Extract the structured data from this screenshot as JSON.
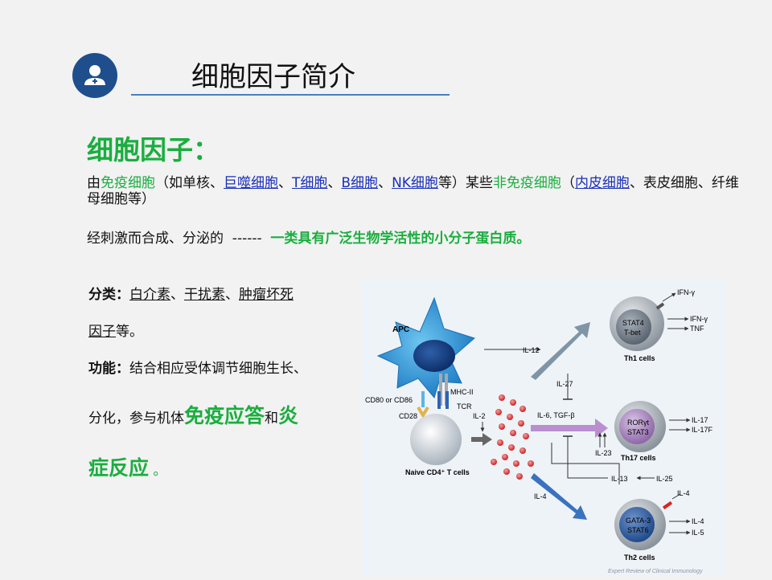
{
  "header": {
    "title": "细胞因子简介",
    "icon": "user-icon",
    "accent_color": "#1f4e8c"
  },
  "subheading": "细胞因子：",
  "intro": {
    "line1": {
      "prefix": "由",
      "immune_cells": "免疫细胞",
      "paren_open": "（如单核、",
      "macrophage": "巨噬细胞",
      "sep1": "、",
      "t_cell": "T细胞",
      "sep2": "、",
      "b_cell": "B细胞",
      "sep3": "、",
      "nk_cell": "NK细胞",
      "middle": "等）某些",
      "non_immune": "非免疫细胞",
      "paren2_open": "（",
      "endothelial": "内皮细胞",
      "rest": "、表皮细胞、纤维母细胞等）"
    },
    "line3": {
      "text": "经刺激而合成、分泌的  ------  ",
      "definition": "一类具有广泛生物学活性的小分子蛋白质。"
    }
  },
  "classification": {
    "label": "分类",
    "colon": "：",
    "interleukin": "白介素",
    "sep1": "、",
    "interferon": "干扰素",
    "sep2": "、",
    "tnf_part1": "肿瘤坏死",
    "tnf_part2": "因子",
    "suffix": "等。"
  },
  "function": {
    "label": "功能",
    "colon": "：",
    "text1": "结合相应受体调节细胞生长、",
    "text2": "分化，参与机体",
    "immune_response": "免疫应答",
    "and": "和",
    "inflammation_part1": "炎",
    "inflammation_part2": "症反应",
    "tail": "。"
  },
  "figure": {
    "labels": {
      "apc": "APC",
      "cd80": "CD80 or CD86",
      "mhc": "MHC-II",
      "tcr": "TCR",
      "cd28": "CD28",
      "naive": "Naive CD4⁺ T cells",
      "il2": "IL-2",
      "il12": "IL-12",
      "il27": "IL-27",
      "il6tgf": "IL-6, TGF-β",
      "il23": "IL-23",
      "il13": "IL-13",
      "il25": "IL-25",
      "il4": "IL-4",
      "th1_line1": "STAT4",
      "th1_line2": "T-bet",
      "th1": "Th1 cells",
      "th1_out1": "IFN-γ",
      "th1_out2": "IFN-γ",
      "th1_out3": "TNF",
      "th17_line1": "RORγt",
      "th17_line2": "STAT3",
      "th17": "Th17 cells",
      "th17_out1": "IL-17",
      "th17_out2": "IL-17F",
      "th2_line1": "GATA-3",
      "th2_line2": "STAT6",
      "th2": "Th2 cells",
      "th2_in": "IL-4",
      "th2_out1": "IL-4",
      "th2_out2": "IL-5",
      "credit": "Expert Review of Clinical Immunology"
    }
  }
}
